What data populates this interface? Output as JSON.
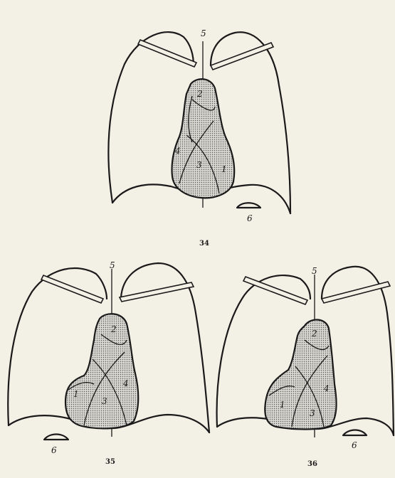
{
  "figures": [
    {
      "number": "34",
      "labels": {
        "l1": "1",
        "l2": "2",
        "l3": "3",
        "l4": "4",
        "l5": "5",
        "l6": "6"
      }
    },
    {
      "number": "35",
      "labels": {
        "l1": "1",
        "l2": "2",
        "l3": "3",
        "l4": "4",
        "l5": "5",
        "l6": "6"
      }
    },
    {
      "number": "36",
      "labels": {
        "l1": "1",
        "l2": "2",
        "l3": "3",
        "l4": "4",
        "l5": "5",
        "l6": "6"
      }
    }
  ]
}
